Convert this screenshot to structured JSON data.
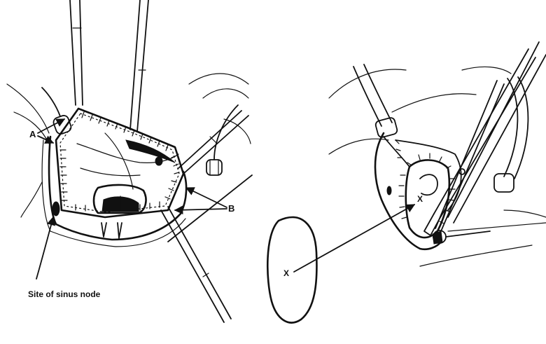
{
  "labels": {
    "a": "A",
    "b": "B",
    "x_left": "X",
    "x_right": "X",
    "site": "Site of sinus node"
  }
}
